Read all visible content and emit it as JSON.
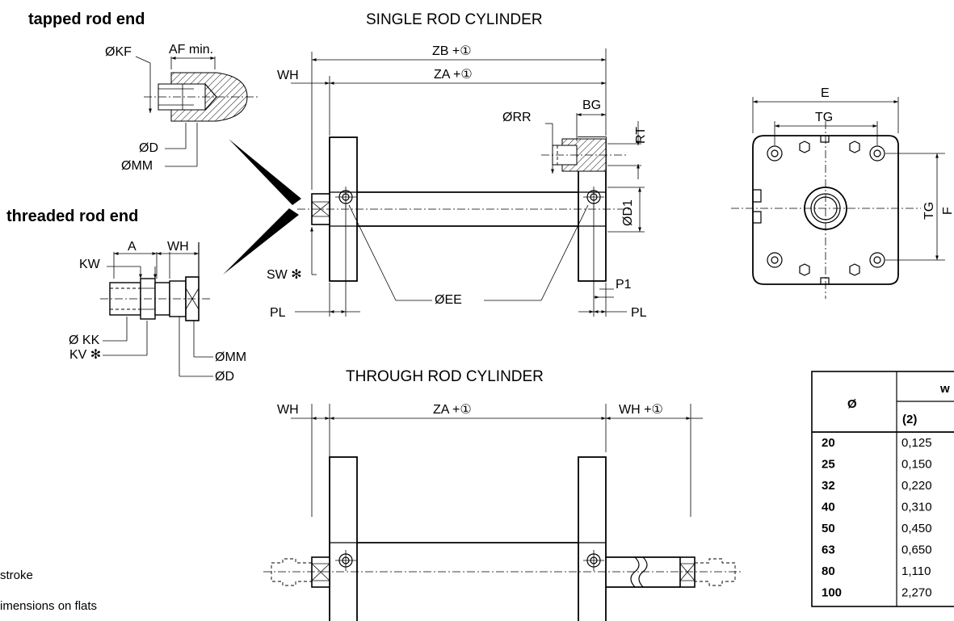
{
  "titles": {
    "single": "SINGLE ROD CYLINDER",
    "through": "THROUGH ROD CYLINDER",
    "tapped": "tapped rod end",
    "threaded": "threaded rod end"
  },
  "labels": {
    "zb": "ZB +①",
    "za": "ZA +①",
    "wh": "WH",
    "wh_stroke": "WH +①",
    "bg": "BG",
    "rr": "ØRR",
    "rt": "RT",
    "d1": "ØD1",
    "sw": "SW ✻",
    "pl": "PL",
    "p1": "P1",
    "ee": "ØEE",
    "e": "E",
    "tg": "TG",
    "f": "F",
    "kf": "ØKF",
    "af": "AF min.",
    "d": "ØD",
    "mm": "ØMM",
    "a": "A",
    "kw": "KW",
    "kk": "Ø KK",
    "kv": "KV ✻"
  },
  "notes": [
    "stroke",
    "imensions on flats"
  ],
  "table": {
    "col0_header": "Ø",
    "col1_header": "w",
    "col1_sub": "(2)",
    "rows": [
      {
        "bore": "20",
        "value": "0,125"
      },
      {
        "bore": "25",
        "value": "0,150"
      },
      {
        "bore": "32",
        "value": "0,220"
      },
      {
        "bore": "40",
        "value": "0,310"
      },
      {
        "bore": "50",
        "value": "0,450"
      },
      {
        "bore": "63",
        "value": "0,650"
      },
      {
        "bore": "80",
        "value": "1,110"
      },
      {
        "bore": "100",
        "value": "2,270"
      }
    ]
  }
}
